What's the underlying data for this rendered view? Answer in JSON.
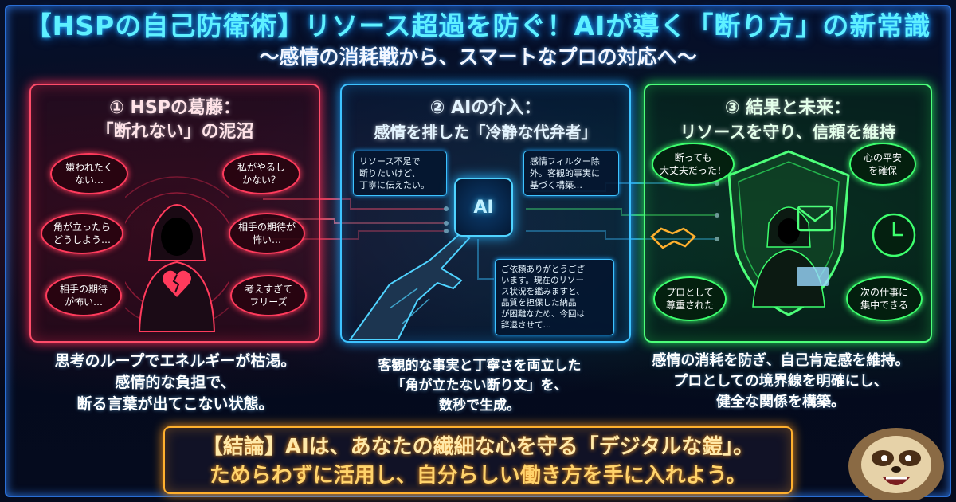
{
  "title": "【HSPの自己防衛術】リソース超過を防ぐ！AIが導く「断り方」の新常識",
  "subtitle": "〜感情の消耗戦から、スマートなプロの対応へ〜",
  "panels": {
    "conflict": {
      "heading_line1": "① HSPの葛藤：",
      "heading_line2": "「断れない」の泥沼",
      "bubbles": [
        "嫌われたく\nない…",
        "私がやるし\nかない？",
        "角が立ったら\nどうしよう…",
        "相手の期待が\n怖い…",
        "相手の期待\nが怖い…",
        "考えすぎて\nフリーズ"
      ],
      "description": [
        "思考のループでエネルギーが枯渇。",
        "感情的な負担で、",
        "断る言葉が出てこない状態。"
      ]
    },
    "ai": {
      "heading_line1": "② AIの介入：",
      "heading_line2": "感情を排した「冷静な代弁者」",
      "input_box": "リソース不足で\n断りたいけど、\n丁寧に伝えたい。",
      "filter_box": "感情フィルター除\n外。客観的事実に\n基づく構築…",
      "output_box": "ご依頼ありがとうござ\nいます。現在のリソー\nス状況を鑑みますと、\n品質を担保した納品\nが困難なため、今回は\n辞退させて…",
      "chip_label": "AI",
      "description": [
        "客観的な事実と丁寧さを両立した",
        "「角が立たない断り文」を、",
        "数秒で生成。"
      ]
    },
    "result": {
      "heading_line1": "③ 結果と未来：",
      "heading_line2": "リソースを守り、信頼を維持",
      "bubbles": [
        "断っても\n大丈夫だった！",
        "心の平安\nを確保",
        "プロとして\n尊重された",
        "次の仕事に\n集中できる"
      ],
      "description": [
        "感情の消耗を防ぎ、自己肯定感を維持。",
        "プロとしての境界線を明確にし、",
        "健全な関係を構築。"
      ]
    }
  },
  "conclusion": {
    "line1": "【結論】AIは、あなたの繊細な心を守る「デジタルな鎧」。",
    "line2": "ためらわずに活用し、自分らしい働き方を手に入れよう。"
  },
  "colors": {
    "red": "#ff3b5c",
    "blue": "#3ec3ff",
    "green": "#3dff6e",
    "gold": "#ffb02e",
    "title": "#5ef0ff"
  }
}
